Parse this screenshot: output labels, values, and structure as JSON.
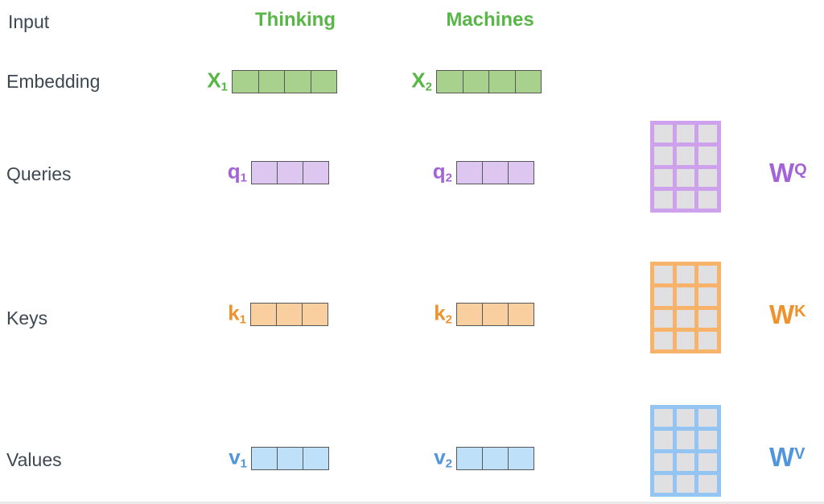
{
  "header": {
    "input_label": "Input",
    "word1": "Thinking",
    "word2": "Machines"
  },
  "rows": {
    "embedding": "Embedding",
    "queries": "Queries",
    "keys": "Keys",
    "values": "Values"
  },
  "vectors": {
    "x1": {
      "base": "X",
      "sub": "1",
      "cells": 4
    },
    "x2": {
      "base": "X",
      "sub": "2",
      "cells": 4
    },
    "q1": {
      "base": "q",
      "sub": "1",
      "cells": 3
    },
    "q2": {
      "base": "q",
      "sub": "2",
      "cells": 3
    },
    "k1": {
      "base": "k",
      "sub": "1",
      "cells": 3
    },
    "k2": {
      "base": "k",
      "sub": "2",
      "cells": 3
    },
    "v1": {
      "base": "v",
      "sub": "1",
      "cells": 3
    },
    "v2": {
      "base": "v",
      "sub": "2",
      "cells": 3
    }
  },
  "matrices": {
    "wq": {
      "base": "W",
      "sup": "Q",
      "rows": 4,
      "cols": 3
    },
    "wk": {
      "base": "W",
      "sup": "K",
      "rows": 4,
      "cols": 3
    },
    "wv": {
      "base": "W",
      "sup": "V",
      "rows": 4,
      "cols": 3
    }
  },
  "colors": {
    "green_text": "#58b647",
    "green_fill": "#a9d18e",
    "purple_text": "#a363d9",
    "purple_fill": "#ddc7f0",
    "purple_matrix_border": "#cda1ec",
    "orange_text": "#f0922b",
    "orange_fill": "#f9cf9f",
    "orange_matrix_border": "#f7b369",
    "blue_text": "#5095dd",
    "blue_fill": "#bfe0f9",
    "blue_matrix_border": "#94c4f2",
    "matrix_cell_fill": "#e0e0e2",
    "vector_border": "#56575b",
    "label_text": "#3d4852"
  }
}
